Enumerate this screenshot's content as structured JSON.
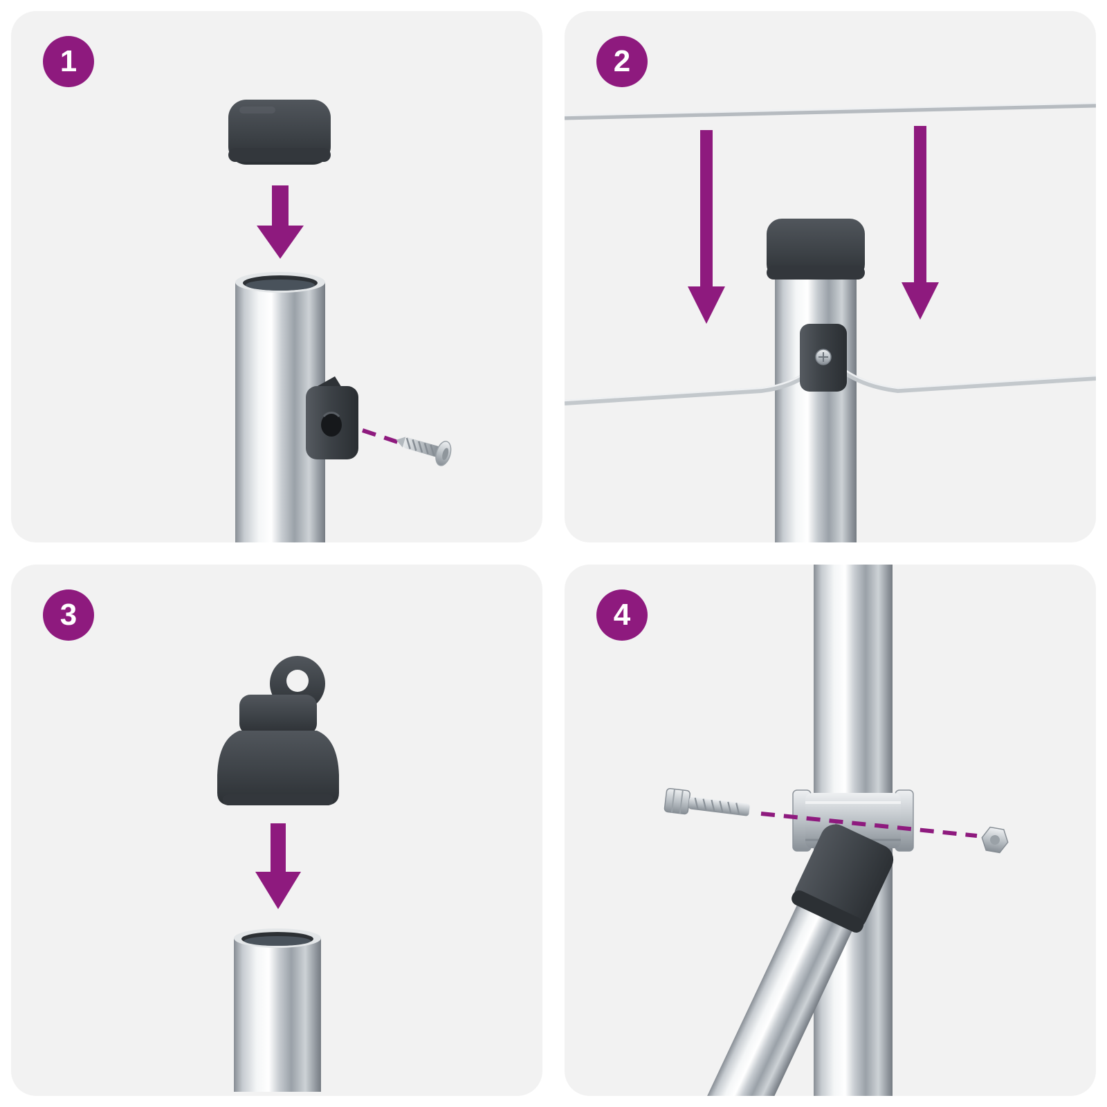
{
  "document": {
    "type": "assembly-instruction-diagram",
    "panel_count": 4
  },
  "theme": {
    "page_background": "#ffffff",
    "panel_background": "#f2f2f2",
    "accent_color": "#8e1a7e",
    "badge_text_color": "#ffffff",
    "dark_part_color": "#3d4247",
    "metal_light_color": "#eef0f2",
    "metal_dark_color": "#7c838a",
    "wire_color": "#c3c8cc"
  },
  "steps": [
    {
      "number": "1",
      "icons": [
        "post-cap",
        "down-arrow-icon",
        "metal-post",
        "wire-clip",
        "dashed-guide-line",
        "screw-icon"
      ]
    },
    {
      "number": "2",
      "icons": [
        "upper-tension-wire",
        "down-arrow-left-icon",
        "down-arrow-right-icon",
        "capped-post",
        "wire-clip",
        "lower-tension-wire"
      ]
    },
    {
      "number": "3",
      "icons": [
        "eyelet-cap",
        "down-arrow-icon",
        "metal-tube"
      ]
    },
    {
      "number": "4",
      "icons": [
        "metal-post",
        "brace-clamp",
        "brace-tube",
        "hex-bolt-icon",
        "dashed-guide-line",
        "hex-nut-icon"
      ]
    }
  ]
}
